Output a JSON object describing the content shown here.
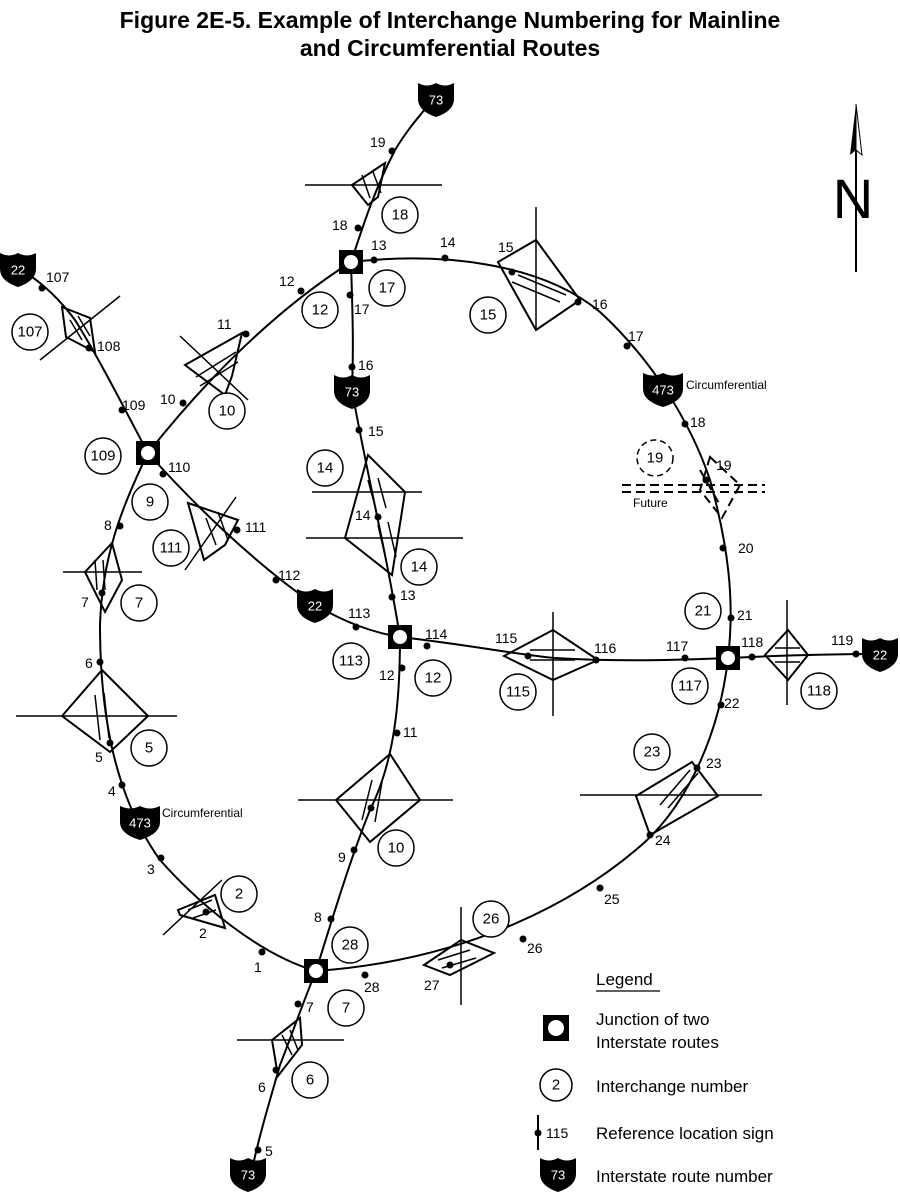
{
  "title_line1": "Figure 2E-5.  Example of Interchange Numbering for Mainline",
  "title_line2": "and Circumferential Routes",
  "north": "N",
  "future_label": "Future",
  "circumferential_labels": [
    "Circumferential",
    "Circumferential"
  ],
  "shields": [
    "73",
    "22",
    "73",
    "473",
    "22",
    "22",
    "473",
    "73"
  ],
  "interchange_numbers": [
    "18",
    "17",
    "12",
    "15",
    "107",
    "10",
    "109",
    "9",
    "111",
    "14",
    "14",
    "7",
    "21",
    "12",
    "113",
    "115",
    "117",
    "118",
    "5",
    "23",
    "10",
    "2",
    "28",
    "26",
    "7",
    "6",
    "19"
  ],
  "reference_locations": [
    "19",
    "18",
    "13",
    "14",
    "15",
    "16",
    "17",
    "12",
    "11",
    "10",
    "107",
    "108",
    "109",
    "110",
    "16",
    "15",
    "17",
    "18",
    "19",
    "20",
    "8",
    "111",
    "14",
    "7",
    "112",
    "13",
    "113",
    "114",
    "115",
    "116",
    "117",
    "118",
    "119",
    "21",
    "12",
    "6",
    "22",
    "11",
    "5",
    "23",
    "4",
    "24",
    "9",
    "3",
    "25",
    "8",
    "2",
    "26",
    "1",
    "28",
    "27",
    "7",
    "6",
    "5"
  ],
  "legend": {
    "heading": "Legend",
    "junction_line1": "Junction of two",
    "junction_line2": "Interstate routes",
    "interchange_sample": "2",
    "interchange_label": "Interchange number",
    "ref_sample": "115",
    "ref_label": "Reference location sign",
    "shield_sample": "73",
    "shield_label": "Interstate route number"
  }
}
